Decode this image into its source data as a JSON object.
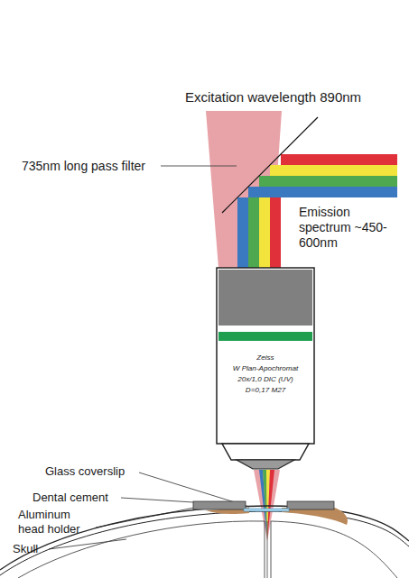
{
  "diagram": {
    "nodes": [
      {
        "text": [
          "Zeiss",
          "W Plan-Apochromat",
          "20x/1,0 DIC (UV)",
          "D=0,17 M27"
        ]
      }
    ],
    "labels": [
      "Excitation wavelength 890nm",
      "735nm long pass filter",
      "Emission spectrum ~450-600nm",
      "Glass coverslip",
      "Dental cement",
      "Aluminum head holder",
      "Skull"
    ]
  }
}
